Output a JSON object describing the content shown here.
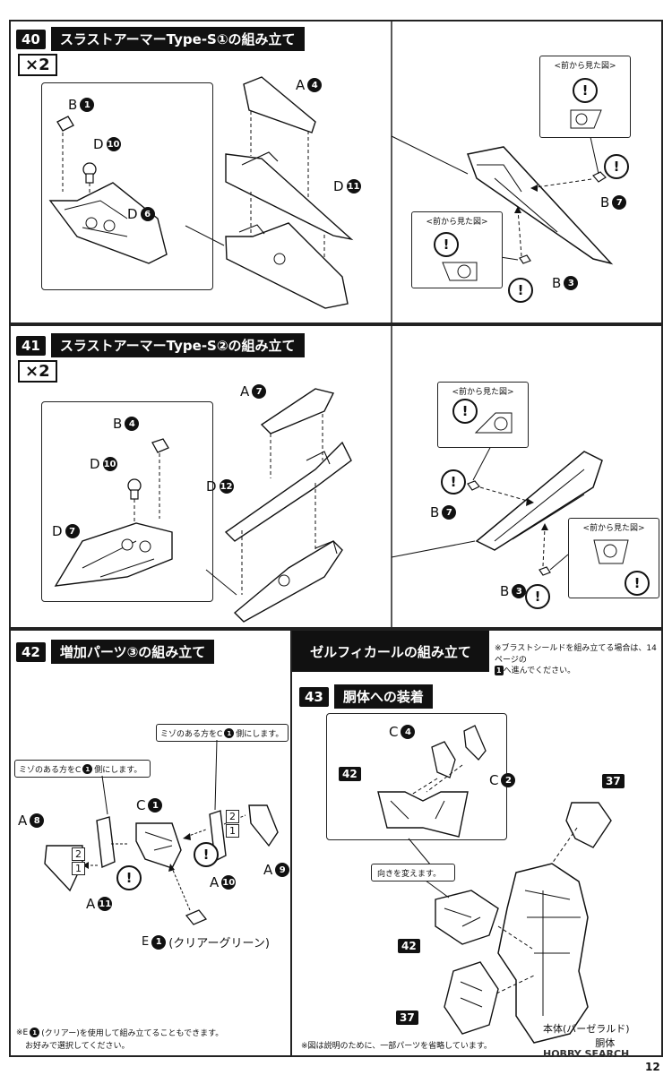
{
  "steps": {
    "s40": {
      "num": "40",
      "title": "スラストアーマーType-S①の組み立て",
      "mult": "×2"
    },
    "s41": {
      "num": "41",
      "title": "スラストアーマーType-S②の組み立て",
      "mult": "×2"
    },
    "s42": {
      "num": "42",
      "title": "増加パーツ③の組み立て"
    },
    "s43": {
      "num": "43",
      "title": "胴体への装着"
    }
  },
  "section_banner": "ゼルフィカールの組み立て",
  "banner_note": "※ブラストシールドを組み立てる場合は、14ページの",
  "banner_note2": "へ進んでください。",
  "banner_note_ref": "1",
  "callout_front_view": "<前から見た図>",
  "warn_mark": "!",
  "s40_parts": {
    "a": {
      "letter": "A",
      "num": "4"
    },
    "b1": {
      "letter": "B",
      "num": "1"
    },
    "d10": {
      "letter": "D",
      "num": "10"
    },
    "d6": {
      "letter": "D",
      "num": "6"
    },
    "d11": {
      "letter": "D",
      "num": "11"
    },
    "b7": {
      "letter": "B",
      "num": "7"
    },
    "b3": {
      "letter": "B",
      "num": "3"
    }
  },
  "s41_parts": {
    "a": {
      "letter": "A",
      "num": "7"
    },
    "b4": {
      "letter": "B",
      "num": "4"
    },
    "d10": {
      "letter": "D",
      "num": "10"
    },
    "d12": {
      "letter": "D",
      "num": "12"
    },
    "d7": {
      "letter": "D",
      "num": "7"
    },
    "b7": {
      "letter": "B",
      "num": "7"
    },
    "b3": {
      "letter": "B",
      "num": "3"
    }
  },
  "s42": {
    "note_left": "ミゾのある方をC",
    "note_left_num": "1",
    "note_left_end": "側にします。",
    "note_right": "ミゾのある方をC",
    "note_right_num": "1",
    "note_right_end": "側にします。",
    "a8": {
      "letter": "A",
      "num": "8"
    },
    "a11": {
      "letter": "A",
      "num": "11"
    },
    "c1": {
      "letter": "C",
      "num": "1"
    },
    "a10": {
      "letter": "A",
      "num": "10"
    },
    "a9": {
      "letter": "A",
      "num": "9"
    },
    "e1": {
      "letter": "E",
      "num": "1",
      "suffix": "(クリアーグリーン)"
    },
    "seq1": "1",
    "seq2": "2",
    "footnote1": "※E",
    "footnote1_num": "1",
    "footnote1_end": "(クリアー)を使用して組み立てることもできます。",
    "footnote2": "お好みで選択してください。"
  },
  "s43": {
    "c4": {
      "letter": "C",
      "num": "4"
    },
    "c2": {
      "letter": "C",
      "num": "2"
    },
    "ref42a": "42",
    "ref42b": "42",
    "ref37a": "37",
    "ref37b": "37",
    "turn_note": "向きを変えます。",
    "body_label1": "本体(バーゼラルド)",
    "body_label2": "胴体",
    "footnote": "※図は説明のために、一部パーツを省略しています。"
  },
  "watermark": "HOBBY SEARCH",
  "page_number": "12"
}
